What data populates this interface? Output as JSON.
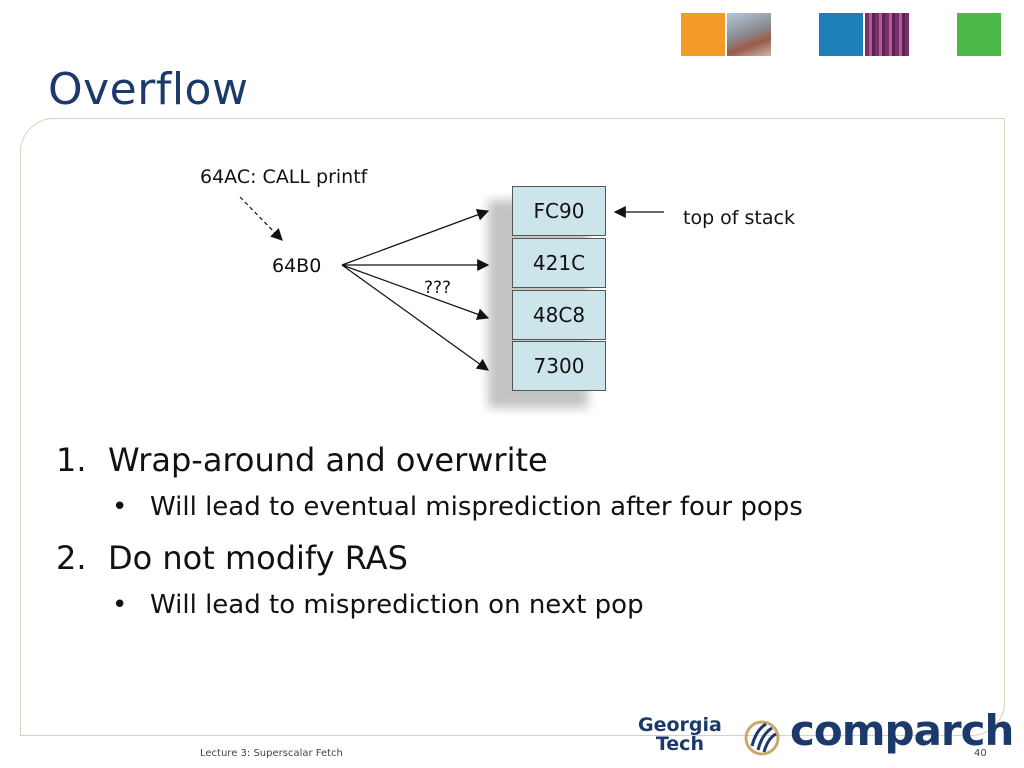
{
  "slide": {
    "title": "Overflow",
    "footer_left": "Lecture 3: Superscalar Fetch",
    "page_number": "40"
  },
  "diagram": {
    "call_instruction": "64AC: CALL printf",
    "return_address": "64B0",
    "unknown_marker": "???",
    "stack_entries": [
      "FC90",
      "421C",
      "48C8",
      "7300"
    ],
    "top_label": "top of stack"
  },
  "list": [
    {
      "number": "1.",
      "text": "Wrap-around and overwrite",
      "sub": "Will lead to eventual misprediction after four pops"
    },
    {
      "number": "2.",
      "text": "Do not modify RAS",
      "sub": "Will lead to misprediction on next pop"
    }
  ],
  "logos": {
    "gt_line1": "Georgia",
    "gt_line2": "Tech",
    "comparch": "comparch"
  },
  "colors": {
    "title": "#1b3a6b",
    "stack_cell": "#cbe5ea",
    "deco_orange": "#f39a2a",
    "deco_blue": "#1e7fb8",
    "deco_green": "#4cb848"
  }
}
